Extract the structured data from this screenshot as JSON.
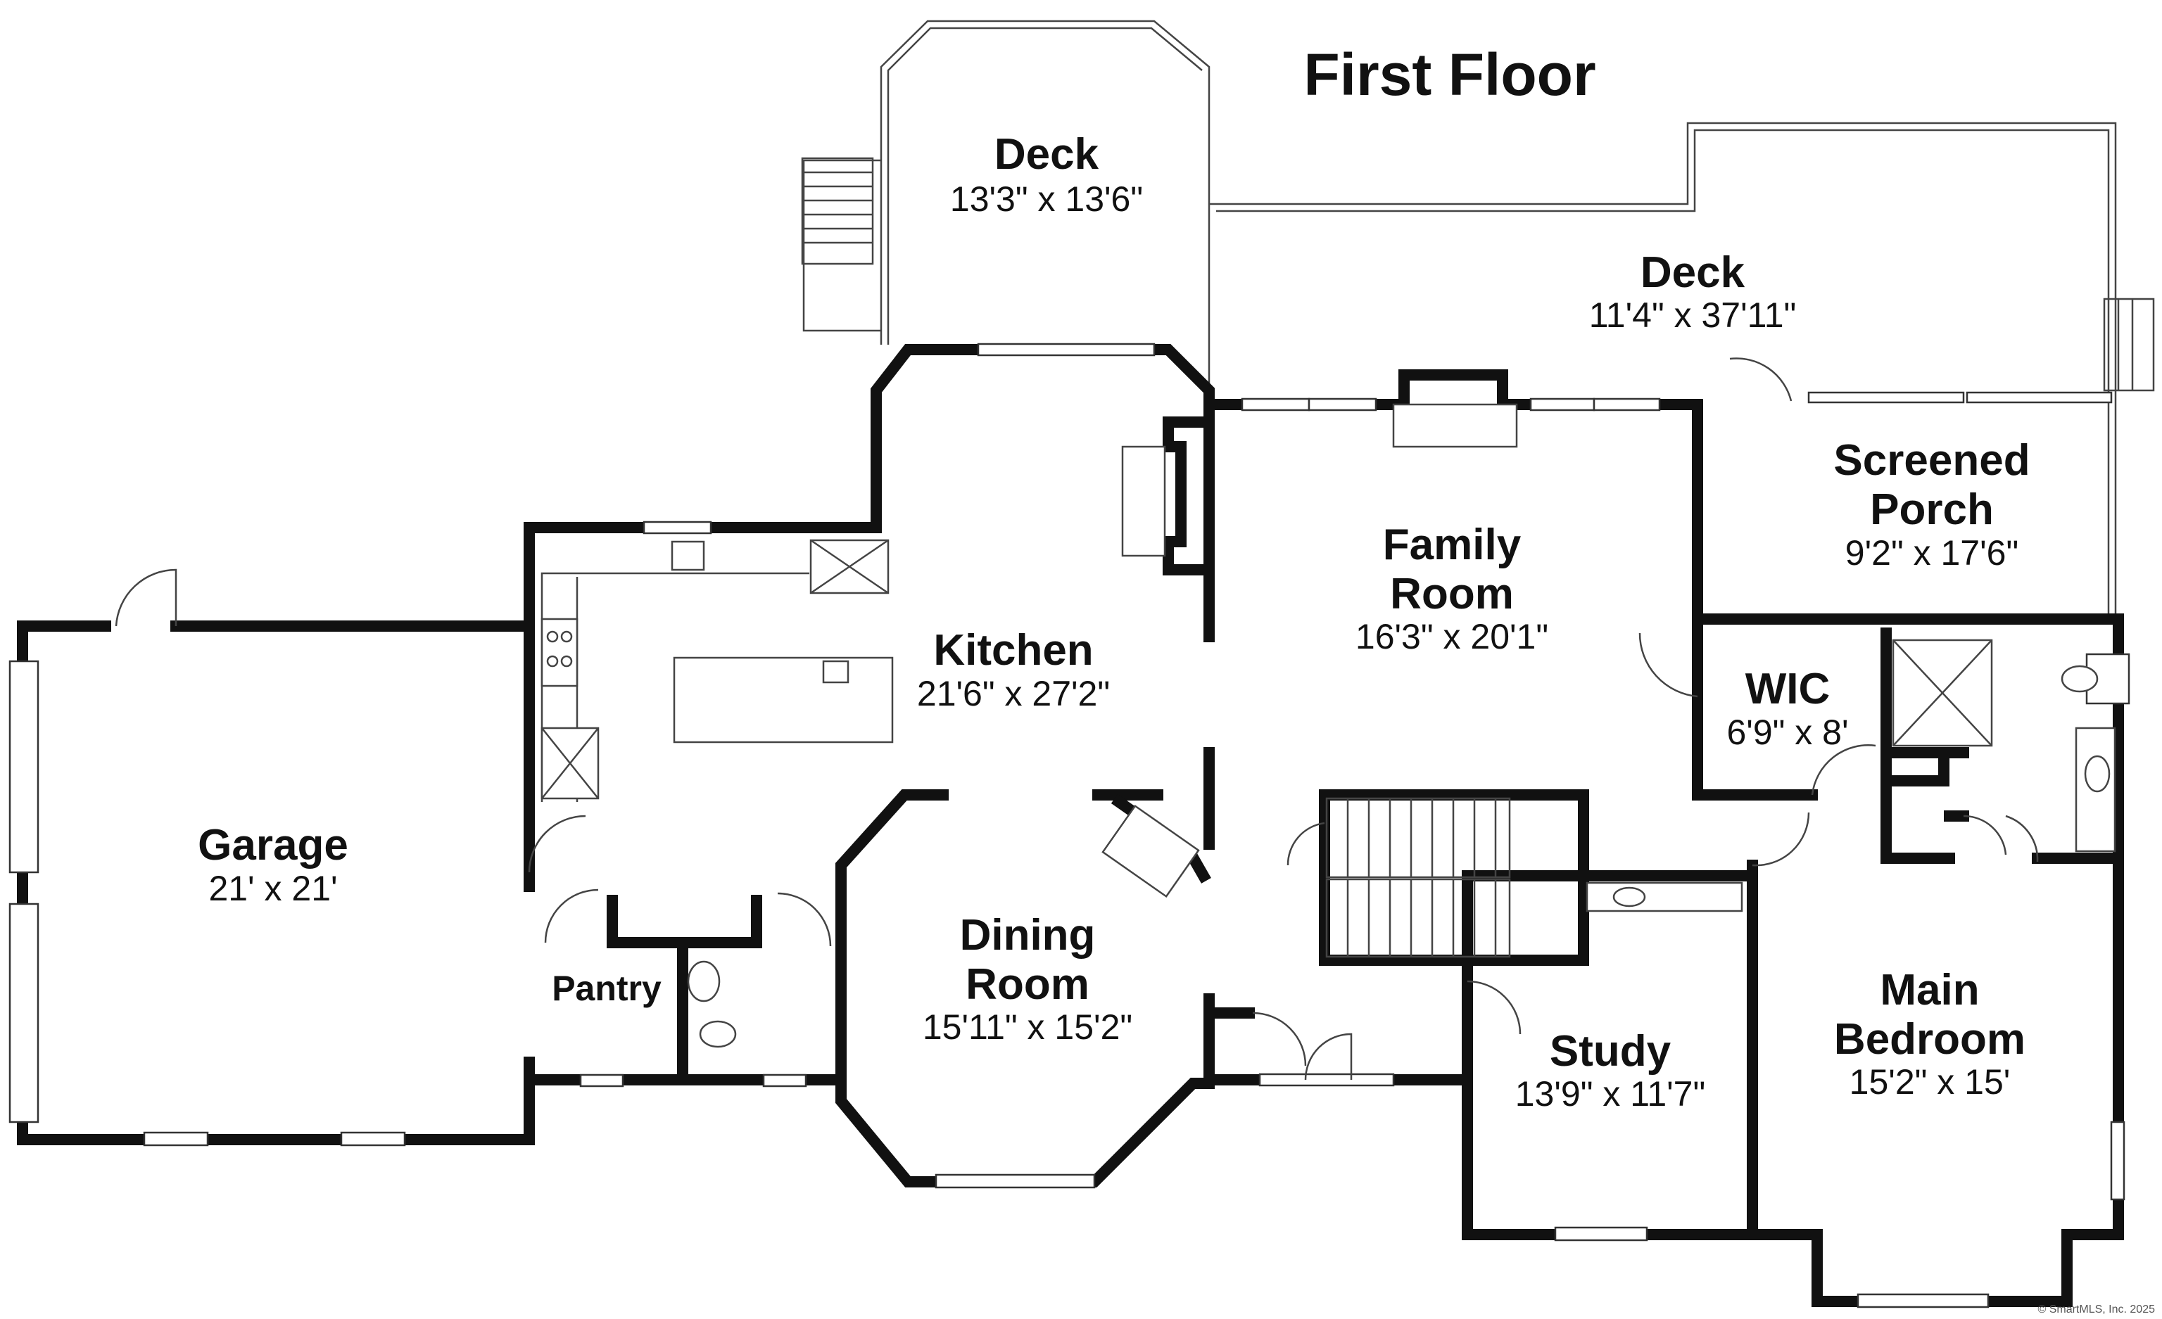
{
  "title": "First Floor",
  "copyright": "© SmartMLS, Inc. 2025",
  "rooms": {
    "deck_upper": {
      "name": "Deck",
      "dims": "13'3\" x 13'6\""
    },
    "deck_rear": {
      "name": "Deck",
      "dims": "11'4\" x 37'11\""
    },
    "screened_porch": {
      "name_line1": "Screened",
      "name_line2": "Porch",
      "dims": "9'2\" x 17'6\""
    },
    "family_room": {
      "name_line1": "Family",
      "name_line2": "Room",
      "dims": "16'3\" x 20'1\""
    },
    "kitchen": {
      "name": "Kitchen",
      "dims": "21'6\" x 27'2\""
    },
    "wic": {
      "name": "WIC",
      "dims": "6'9\" x 8'"
    },
    "garage": {
      "name": "Garage",
      "dims": "21' x 21'"
    },
    "dining_room": {
      "name_line1": "Dining",
      "name_line2": "Room",
      "dims": "15'11\" x 15'2\""
    },
    "pantry": {
      "name": "Pantry"
    },
    "study": {
      "name": "Study",
      "dims": "13'9\" x 11'7\""
    },
    "main_bedroom": {
      "name_line1": "Main",
      "name_line2": "Bedroom",
      "dims": "15'2\" x 15'"
    }
  }
}
